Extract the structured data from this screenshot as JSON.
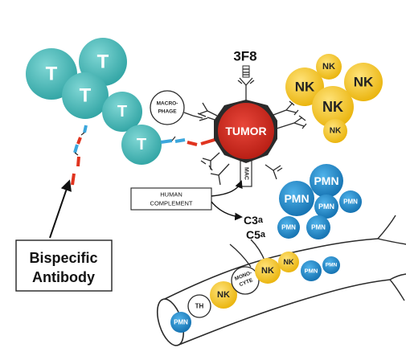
{
  "labels": {
    "t_cell": "T",
    "nk": "NK",
    "pmn": "PMN",
    "th": "TH",
    "monocyte_line1": "MONO-",
    "monocyte_line2": "CYTE",
    "macrophage_line1": "MACRO-",
    "macrophage_line2": "PHAGE",
    "tumor": "TUMOR",
    "antibody_3f8": "3F8",
    "mac": "MAC",
    "human_complement_line1": "HUMAN",
    "human_complement_line2": "COMPLEMENT",
    "c3a_main": "C3",
    "c3a_sub": "a",
    "c5a_main": "C5",
    "c5a_sub": "a",
    "bispecific_line1": "Bispecific",
    "bispecific_line2": "Antibody"
  },
  "colors": {
    "t_cell": "#4bbdbd",
    "nk": "#f5c518",
    "pmn": "#1b86c9",
    "tumor": "#d9291c",
    "tumor_ring": "#2a2a2a",
    "antibody_blue": "#3ba6dc",
    "antibody_red": "#e0341f",
    "outline": "#2b2b2b"
  }
}
